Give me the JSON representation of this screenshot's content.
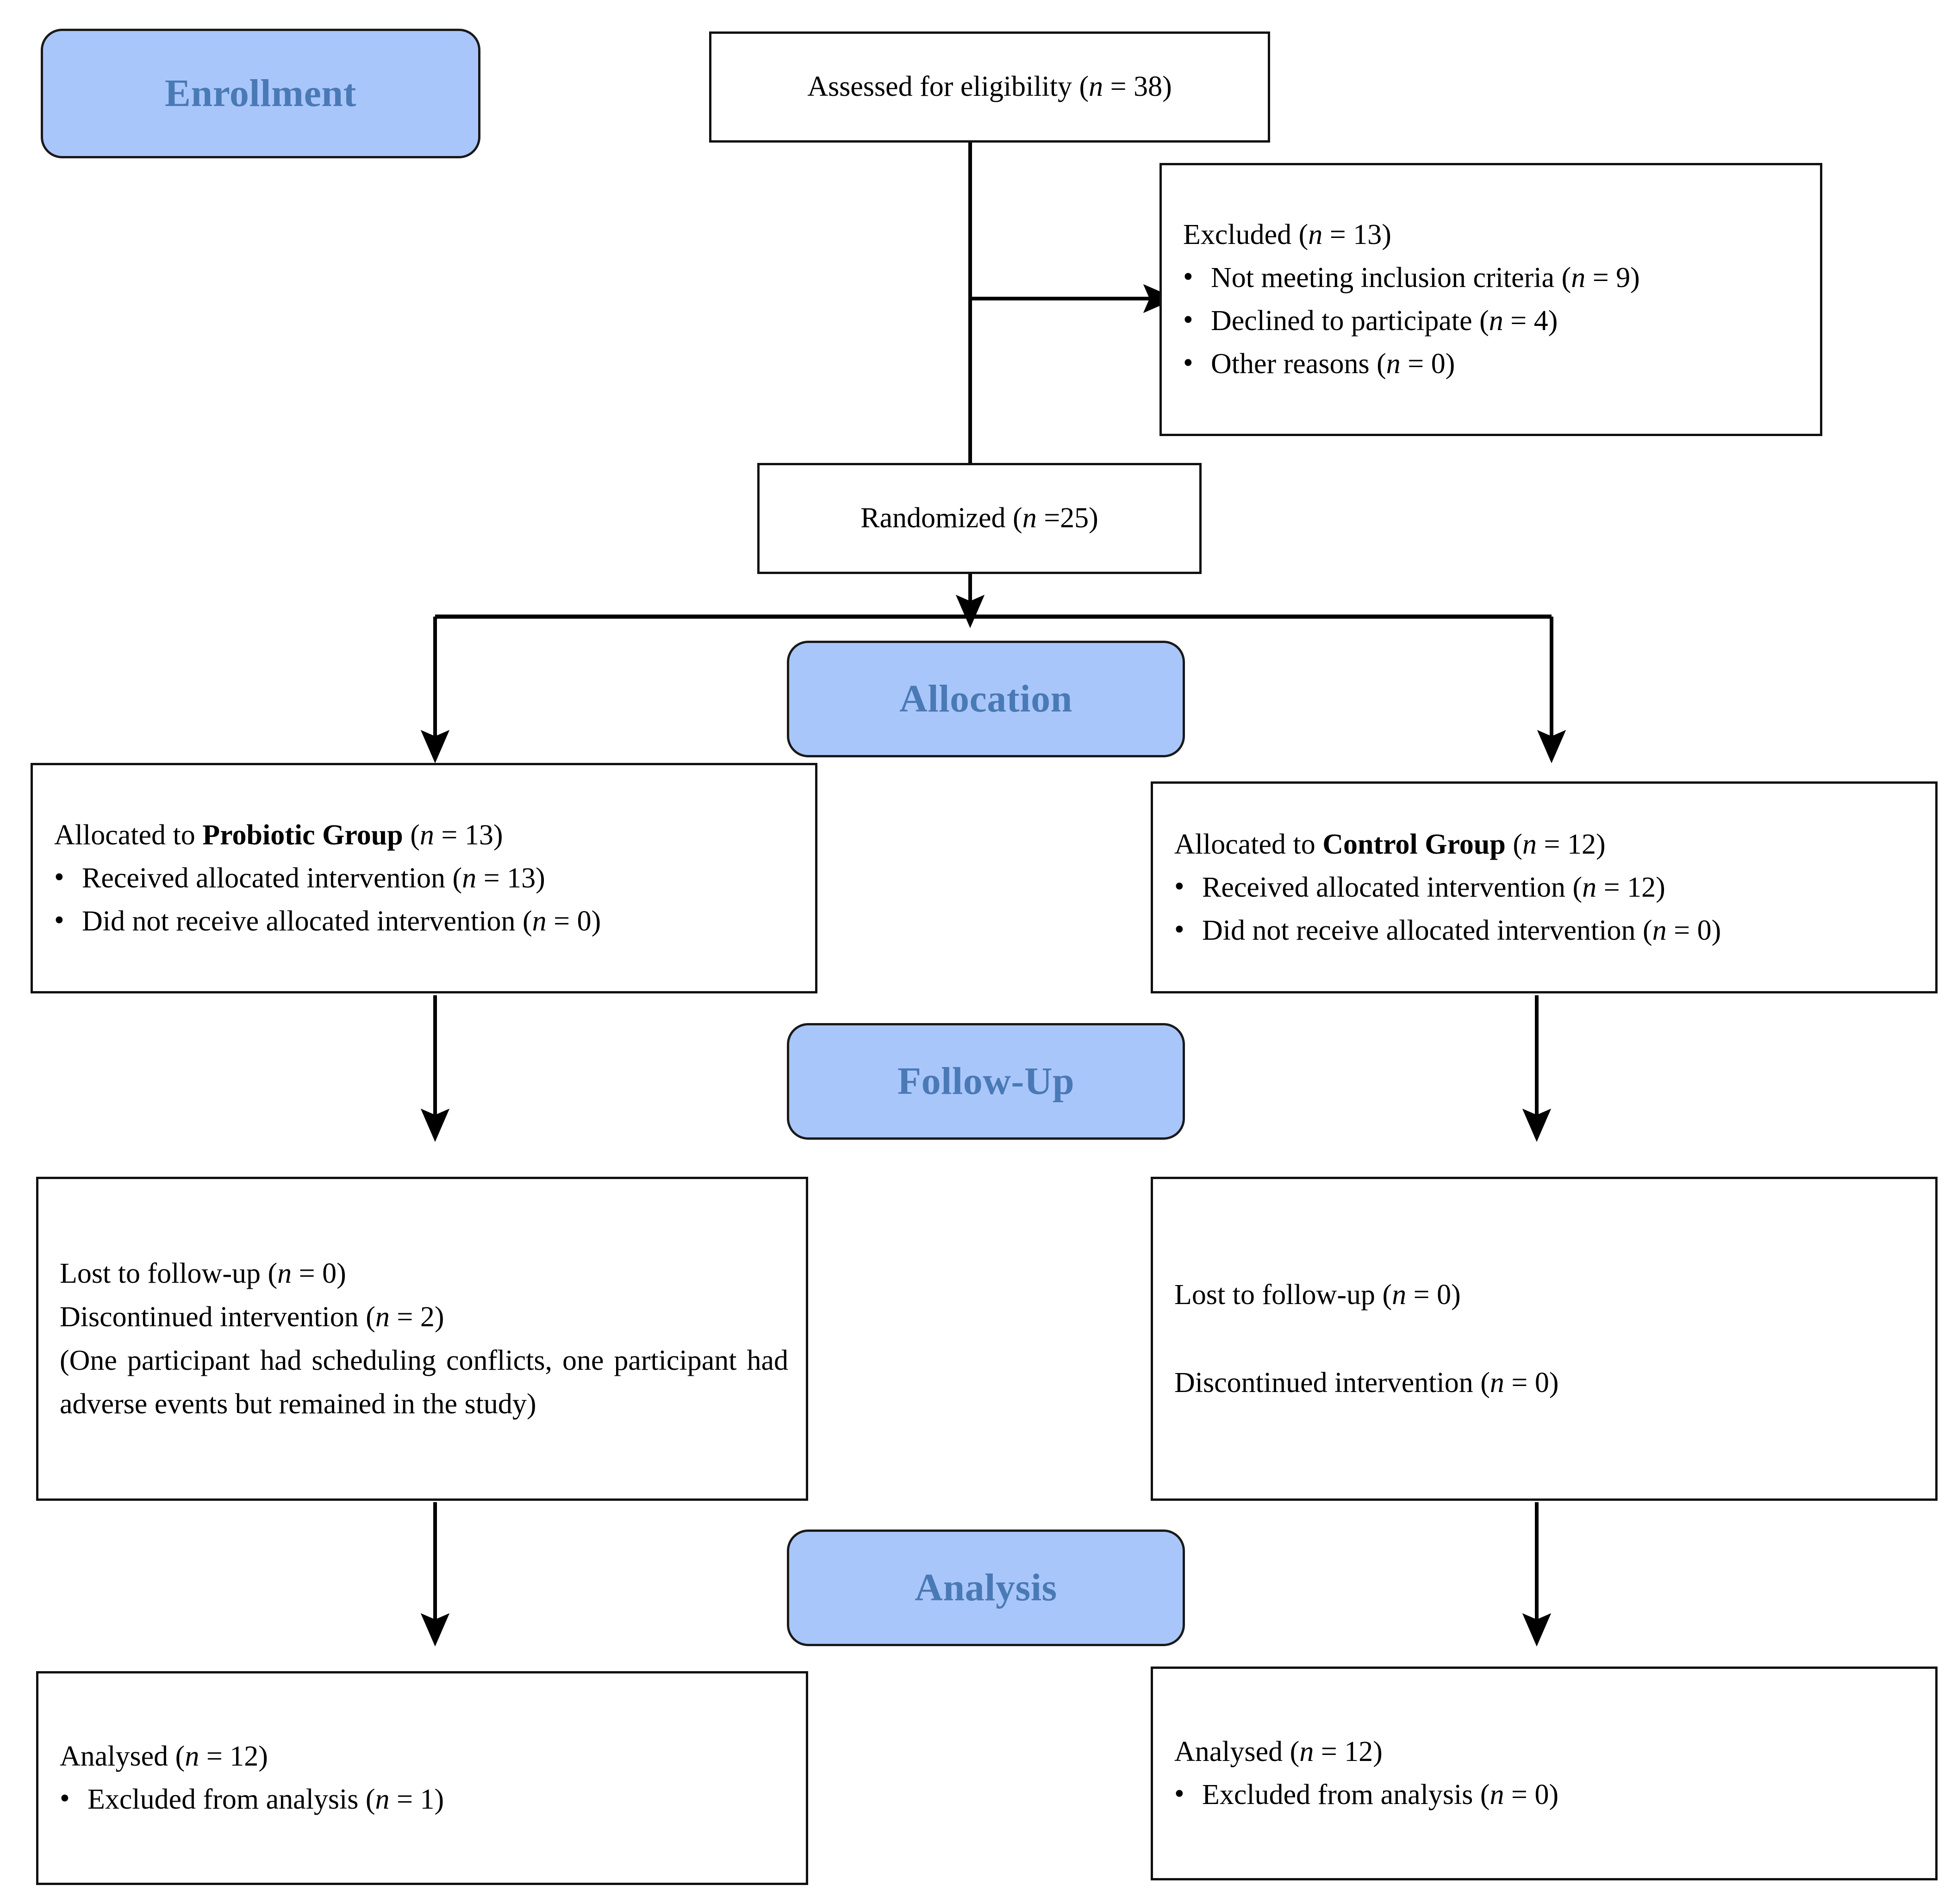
{
  "colors": {
    "stage_fill": "#a9c6fb",
    "stage_text": "#4a7ab5",
    "box_border": "#111111",
    "box_fill": "#ffffff",
    "connector": "#000000"
  },
  "stages": {
    "enrollment": "Enrollment",
    "allocation": "Allocation",
    "follow_up": "Follow-Up",
    "analysis": "Analysis"
  },
  "enrollment": {
    "assessed": {
      "prefix": "Assessed for eligibility (",
      "nvar": "n",
      "suffix": " = 38)"
    },
    "excluded": {
      "title_prefix": "Excluded (",
      "title_nvar": "n",
      "title_suffix": " = 13)",
      "reasons": [
        {
          "prefix": "Not meeting inclusion criteria (",
          "nvar": "n",
          "suffix": " = 9)"
        },
        {
          "prefix": "Declined to participate (",
          "nvar": "n",
          "suffix": " = 4)"
        },
        {
          "prefix": "Other reasons (",
          "nvar": "n",
          "suffix": " = 0)"
        }
      ]
    },
    "randomized": {
      "prefix": "Randomized (",
      "nvar": "n",
      "suffix": " =25)"
    }
  },
  "allocation": {
    "left": {
      "title_prefix": "Allocated to ",
      "title_group": "Probiotic Group",
      "title_mid": " (",
      "title_nvar": "n",
      "title_suffix": " = 13)",
      "items": [
        {
          "prefix": "Received allocated intervention (",
          "nvar": "n",
          "suffix": " = 13)"
        },
        {
          "prefix": "Did not receive allocated intervention (",
          "nvar": "n",
          "suffix": " = 0)"
        }
      ]
    },
    "right": {
      "title_prefix": "Allocated to ",
      "title_group": "Control Group",
      "title_mid": " (",
      "title_nvar": "n",
      "title_suffix": " = 12)",
      "items": [
        {
          "prefix": "Received allocated intervention (",
          "nvar": "n",
          "suffix": " = 12)"
        },
        {
          "prefix": "Did not receive allocated intervention (",
          "nvar": "n",
          "suffix": " = 0)"
        }
      ]
    }
  },
  "follow_up": {
    "left": {
      "lost_prefix": "Lost to follow-up (",
      "lost_nvar": "n",
      "lost_suffix": " = 0)",
      "disc_prefix": "Discontinued intervention (",
      "disc_nvar": "n",
      "disc_suffix": " = 2)",
      "note": "(One participant had scheduling conflicts, one participant had adverse events but remained in the study)"
    },
    "right": {
      "lost_prefix": "Lost to follow-up (",
      "lost_nvar": "n",
      "lost_suffix": " = 0)",
      "disc_prefix": "Discontinued intervention (",
      "disc_nvar": "n",
      "disc_suffix": " = 0)"
    }
  },
  "analysis": {
    "left": {
      "title_prefix": "Analysed (",
      "title_nvar": "n",
      "title_suffix": " = 12)",
      "items": [
        {
          "prefix": "Excluded from analysis (",
          "nvar": "n",
          "suffix": " = 1)"
        }
      ]
    },
    "right": {
      "title_prefix": "Analysed (",
      "title_nvar": "n",
      "title_suffix": " = 12)",
      "items": [
        {
          "prefix": "Excluded from analysis (",
          "nvar": "n",
          "suffix": " = 0)"
        }
      ]
    }
  }
}
